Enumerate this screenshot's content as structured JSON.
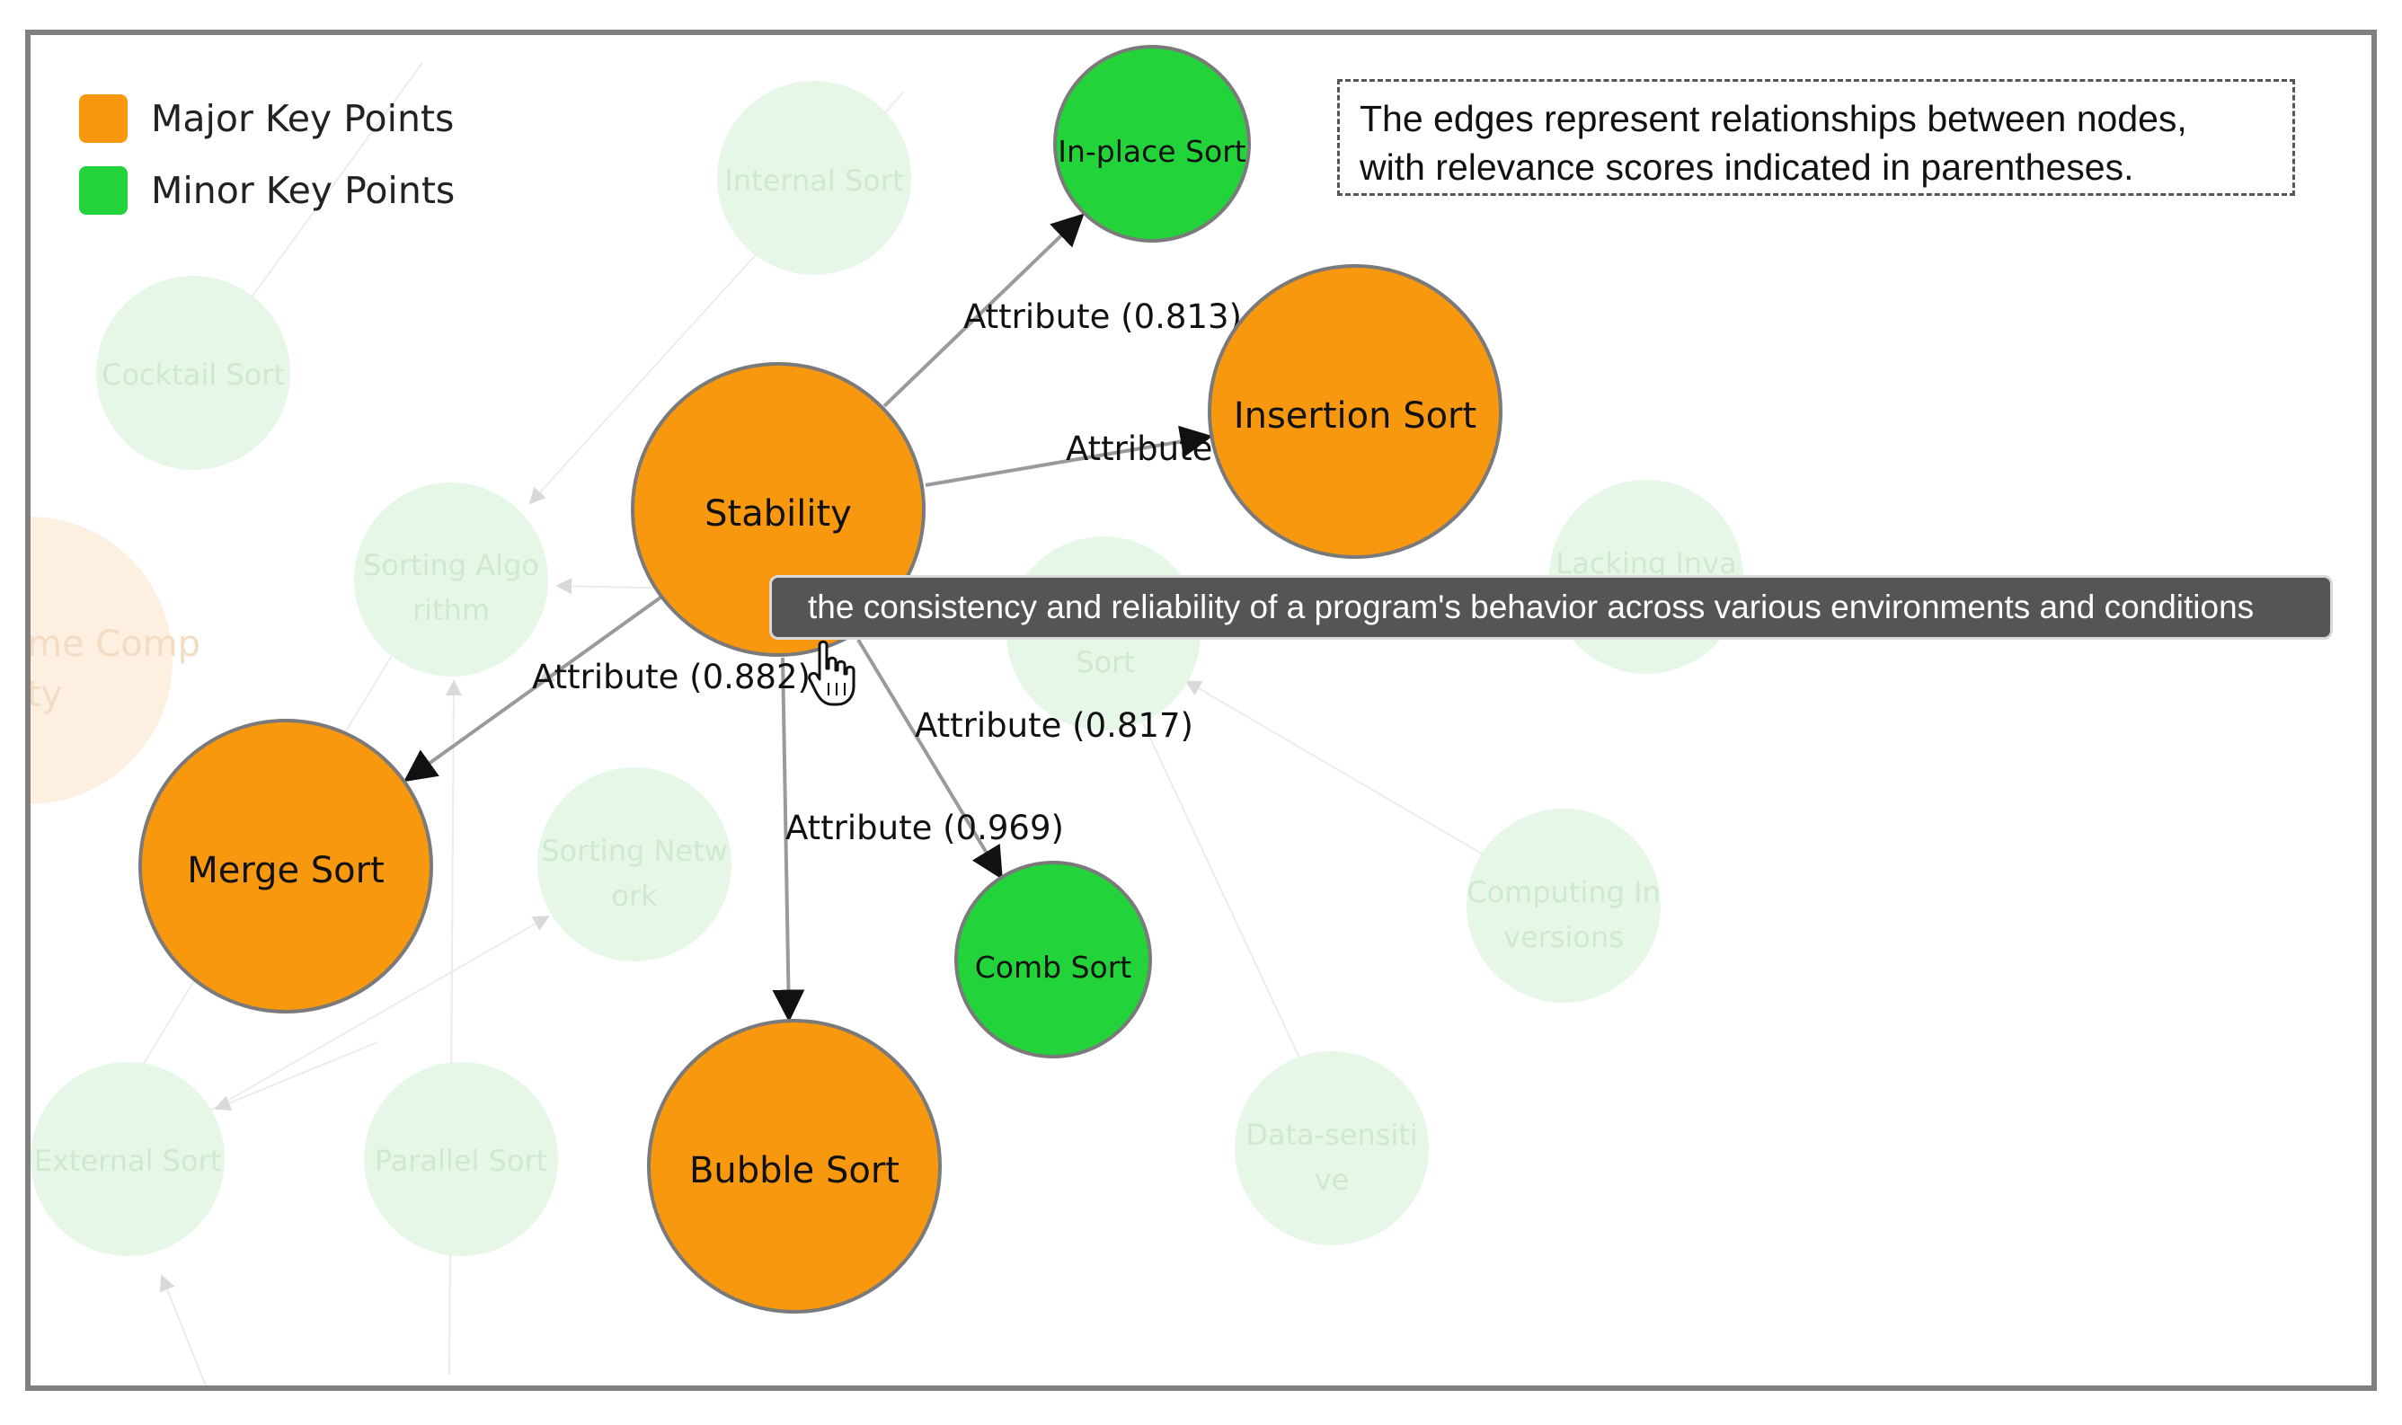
{
  "legend": [
    {
      "label": "Major Key Points",
      "color": "#f7980f"
    },
    {
      "label": "Minor Key Points",
      "color": "#22d43a"
    }
  ],
  "note": {
    "line1": "The edges represent relationships between nodes,",
    "line2": "with relevance scores indicated in parentheses."
  },
  "tooltip": {
    "text": "the consistency and reliability of a program's behavior across various environments and conditions"
  },
  "colors": {
    "major": "#f7980f",
    "minor": "#22d43a",
    "faded_major": "#fdebd5",
    "faded_minor": "#e3f6e4"
  },
  "nodes": {
    "stability": {
      "label": "Stability",
      "kind": "major"
    },
    "insertion_sort": {
      "label": "Insertion Sort",
      "kind": "major"
    },
    "merge_sort": {
      "label": "Merge Sort",
      "kind": "major"
    },
    "bubble_sort": {
      "label": "Bubble Sort",
      "kind": "major"
    },
    "in_place_sort": {
      "label": "In-place Sort",
      "kind": "minor"
    },
    "comb_sort": {
      "label": "Comb Sort",
      "kind": "minor"
    }
  },
  "faded_nodes": {
    "internal_sort": {
      "label": "Internal Sort"
    },
    "cocktail_sort": {
      "label": "Cocktail Sort"
    },
    "sorting_algorithm": {
      "line1": "Sorting Algo",
      "line2": "rithm"
    },
    "sorting_network": {
      "line1": "Sorting Netw",
      "line2": "ork"
    },
    "external_sort": {
      "label": "External Sort"
    },
    "parallel_sort": {
      "label": "Parallel Sort"
    },
    "hidden_sort": {
      "label": "Sort"
    },
    "lacking_inva": {
      "label": "Lacking Inva"
    },
    "computing_inversions": {
      "line1": "Computing In",
      "line2": "versions"
    },
    "data_sensitive": {
      "line1": "Data-sensiti",
      "line2": "ve"
    },
    "time_complexity": {
      "line1": "me Comp",
      "line2": "ty"
    }
  },
  "edges": {
    "in_place": {
      "label": "Attribute (0.813)"
    },
    "insertion": {
      "label": "Attribute"
    },
    "merge": {
      "label": "Attribute (0.882)"
    },
    "comb": {
      "label": "Attribute (0.817)"
    },
    "bubble": {
      "label": "Attribute (0.969)"
    }
  }
}
